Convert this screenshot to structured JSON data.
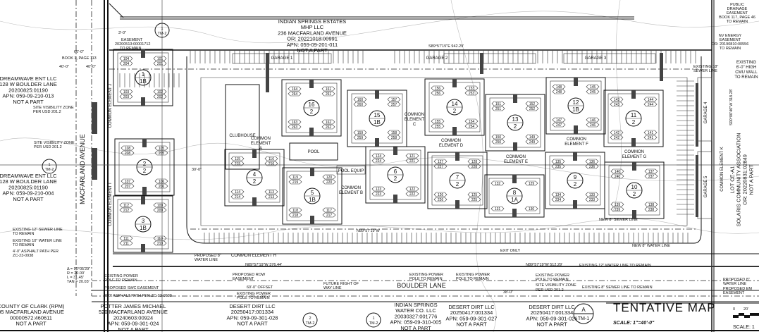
{
  "sheet": {
    "title": "TENTATIVE MAP",
    "scale": "SCALE: 1\"=40'-0\"",
    "detail_id": "A",
    "sheet_id": "TM-1",
    "graphic_scale_label": "SCALE: 1",
    "graphic_scale_ticks": [
      "0",
      "20'"
    ]
  },
  "streets": {
    "west": "MACFARLAND AVENUE",
    "south": "BOULDER LANE"
  },
  "owners": [
    {
      "lines": [
        "INDIAN SPRINGS ESTATES",
        "MHP LLC",
        "236 MACFARLAND AVENUE",
        "OR: 20221018:00991",
        "APN: 059-09-201-011",
        "NOT A PART"
      ]
    },
    {
      "lines": [
        "DREAMWAVE ENT LLC",
        "128 W BOULDER LANE",
        "20200825:01190",
        "APN: 059-09-210-013",
        "NOT A PART"
      ]
    },
    {
      "lines": [
        "DREAMWAVE ENT LLC",
        "128 W BOULDER LANE",
        "20200825:01190",
        "APN: 059-09-210-004",
        "NOT A PART"
      ]
    },
    {
      "lines": [
        "COUNTY OF CLARK (RPM)",
        "95 MACFARLAND AVENUE",
        "00000572:460611",
        "NOT A PART"
      ]
    },
    {
      "lines": [
        "POTTER JAMES MICHAEL",
        "520 MACFARLAND AVENUE",
        "20240603:00924",
        "APN: 059-09-301-024",
        "NOT A PART"
      ]
    },
    {
      "lines": [
        "DESERT DIRT LLC",
        "20250417:001334",
        "APN: 059-09-301-028",
        "NOT A PART"
      ]
    },
    {
      "lines": [
        "INDIAN SPRINGS",
        "WATER CO. LLC",
        "20030327:001776",
        "APN: 059-09-310-005",
        "NOT A PART"
      ]
    },
    {
      "lines": [
        "DESERT DIRT LLC",
        "20250417:001334",
        "APN: 059-09-301-027",
        "NOT A PART"
      ]
    },
    {
      "lines": [
        "DESERT DIRT LLC",
        "20250417:001334",
        "APN: 059-09-301-026",
        "NOT A PART"
      ]
    },
    {
      "lines": [
        "LOT CE-A1",
        "SOLARIS COMMUNITY ASSOCIATION",
        "OR: 20220831:02849",
        "NOT A PART"
      ]
    }
  ],
  "buildings": [
    {
      "id": "1",
      "type": "1B",
      "units": [
        "104",
        "101",
        "204",
        "201",
        "103",
        "102",
        "203",
        "202"
      ]
    },
    {
      "id": "2",
      "type": "2",
      "units": [
        "108",
        "105",
        "208",
        "205",
        "107",
        "106",
        "207",
        "206"
      ]
    },
    {
      "id": "3",
      "type": "1B",
      "units": [
        "112",
        "109",
        "212",
        "209",
        "111",
        "110",
        "211",
        "210"
      ]
    },
    {
      "id": "4",
      "type": "2",
      "units": [
        "115",
        "116",
        "215",
        "216",
        "114",
        "113",
        "214",
        "213"
      ]
    },
    {
      "id": "5",
      "type": "1B",
      "units": [
        "119",
        "120",
        "219",
        "220",
        "118",
        "117",
        "218",
        "217"
      ]
    },
    {
      "id": "6",
      "type": "2",
      "units": [
        "124",
        "121",
        "224",
        "221",
        "123",
        "122",
        "223",
        "222"
      ]
    },
    {
      "id": "7",
      "type": "2",
      "units": [
        "127",
        "128",
        "227",
        "228",
        "126",
        "125",
        "226",
        "225"
      ]
    },
    {
      "id": "8",
      "type": "1A",
      "units": [
        "132",
        "129",
        "131",
        "130"
      ]
    },
    {
      "id": "9",
      "type": "2",
      "units": [
        "135",
        "136",
        "235",
        "236",
        "134",
        "133",
        "234",
        "233"
      ]
    },
    {
      "id": "10",
      "type": "2",
      "units": [
        "140",
        "137",
        "240",
        "237",
        "139",
        "138",
        "239",
        "238"
      ]
    },
    {
      "id": "11",
      "type": "2",
      "units": [
        "143",
        "144",
        "243",
        "244",
        "142",
        "141",
        "242",
        "241"
      ]
    },
    {
      "id": "12",
      "type": "1B",
      "units": [
        "148",
        "145",
        "248",
        "245",
        "147",
        "146",
        "247",
        "246"
      ]
    },
    {
      "id": "13",
      "type": "2",
      "units": [
        "151",
        "152",
        "251",
        "252",
        "150",
        "149",
        "250",
        "249"
      ]
    },
    {
      "id": "14",
      "type": "2",
      "units": [
        "156",
        "153",
        "256",
        "253",
        "155",
        "154",
        "255",
        "254"
      ]
    },
    {
      "id": "15",
      "type": "1B",
      "units": [
        "160",
        "157",
        "260",
        "257",
        "159",
        "158",
        "259",
        "258"
      ]
    },
    {
      "id": "16",
      "type": "2",
      "units": [
        "164",
        "161",
        "264",
        "261",
        "163",
        "162",
        "263",
        "262"
      ]
    }
  ],
  "site_labels": {
    "clubhouse": "CLUBHOUSE",
    "pool": "POOL",
    "pool_equip": "POOL EQUIP",
    "garage_1": "GARAGE 1",
    "garage_2": "GARAGE 2",
    "garage_3": "GARAGE 3",
    "garage_4": "GARAGE 4",
    "garage_5": "GARAGE 5",
    "ce_a": [
      "COMMON",
      "ELEMENT",
      "A"
    ],
    "ce_b": [
      "COMMON",
      "ELEMENT B"
    ],
    "ce_c": [
      "COMMON",
      "ELEMENT",
      "C"
    ],
    "ce_d": [
      "COMMON",
      "ELEMENT D"
    ],
    "ce_e": [
      "COMMON",
      "ELEMENT E"
    ],
    "ce_f": [
      "COMMON",
      "ELEMENT F"
    ],
    "ce_g": [
      "COMMON",
      "ELEMENT G"
    ],
    "ce_h": "COMMON ELEMENT H",
    "ce_i": "COMMON ELEMENT I",
    "ce_j": "COMMON ELEMENT J",
    "ce_k": "COMMON ELEMENT K"
  },
  "annotations": {
    "easement_top": [
      "EASEMENT",
      "20200513:00001712",
      "TO REMAIN"
    ],
    "book": "BOOK 1, PAGE 113",
    "dim_60": "60'-0\"",
    "dim_40a": "40'-0\"",
    "dim_40b": "40'-0\"",
    "dim_3": "3'-0\"",
    "bearing_top": "S89°57'15\"E   942.29'",
    "bearing_east": "S00°00'40\"W   318.28'",
    "bearing_south_1": "N89°57'19\"W   376.44'",
    "bearing_south_2": "N89°57'19\"W   512.29'",
    "bearing_mid": "N89°57'19\"W",
    "sight_zone_1": [
      "SITE VISIBILITY ZONE",
      "PER USD 201.2"
    ],
    "sight_zone_2": [
      "SITE VISIBILITY ZONE",
      "PER USD 201.2"
    ],
    "sewer_12": [
      "EXISTING 12\" SEWER LINE",
      "TO REMAIN"
    ],
    "water_10": [
      "EXISTING 10\" WATER LINE",
      "TO REMAIN"
    ],
    "asphalt_path": [
      "4'-0\" ASPHALT PATH PER",
      "ZC-23-0938"
    ],
    "curve": [
      "Δ = 90°05'29\"",
      "R = 20.00'",
      "L = 31.45'",
      "TAN = 20.03'"
    ],
    "power_pole_1": [
      "EXISTING POWER",
      "POLE TO REMAIN"
    ],
    "swc_easement": "PROPOSED SWC EASEMENT",
    "asphalt_path_2": "4'-0\" ASPHALT PATH PER ZC-23-0938",
    "proposed_water": [
      "PROPOSED 8\"",
      "WATER LINE"
    ],
    "proposed_easement": [
      "PROPOSED ROW",
      "EASEMENT"
    ],
    "offset": "60'-0\" OFFSET",
    "future_row": [
      "FUTURE RIGHT OF",
      "WAY LINE"
    ],
    "power_pole_2": [
      "EXISTING POWER",
      "POLE TO REMAIN"
    ],
    "power_pole_3": [
      "EXISTING POWER",
      "POLE TO REMAIN"
    ],
    "power_pole_4": [
      "EXISTING POWER",
      "POLE TO REMAIN"
    ],
    "power_pole_5": [
      "EXISTING POWER",
      "POLE TO REMAIN"
    ],
    "exit_only": "EXIT ONLY",
    "water_12_south": "EXISTING 12\" WATER LINE TO REMAIN",
    "sewer_8_south": "EXISTING 8\" SEWER LINE TO REMAIN",
    "sight_zone_3": [
      "SITE VISIBILITY ZONE",
      "PER USD 201.2"
    ],
    "new_water": "NEW 8\" WATER LINE",
    "new_sewer": "NEW 8\" SEWER LINE",
    "proposed_water_e": [
      "PROPOSED 8\"",
      "WATER LINE"
    ],
    "proposed_easement_e": [
      "PROPOSED EM",
      "EASEMENT"
    ],
    "drainage": [
      "PUBLIC",
      "DRAINAGE",
      "EASEMENT",
      "BOOK 117, PAGE 46",
      "TO REMAIN"
    ],
    "nv_energy": [
      "NV ENERGY",
      "EASEMENT",
      "OR: 20190810:00556",
      "TO REMAIN"
    ],
    "sewer_18": [
      "EXISTING 18\"",
      "SEWER LINE"
    ],
    "cmu_wall": [
      "EXISTING",
      "6'-0\" HIGH",
      "CMU WALL",
      "TO REMAIN"
    ],
    "dim_30": "30'-0\"",
    "dim_38": "38'-0\""
  },
  "callouts": [
    {
      "num": "1",
      "sheet": "TM-2"
    },
    {
      "num": "2",
      "sheet": "TM-2"
    },
    {
      "num": "1",
      "sheet": "TM-2"
    }
  ]
}
